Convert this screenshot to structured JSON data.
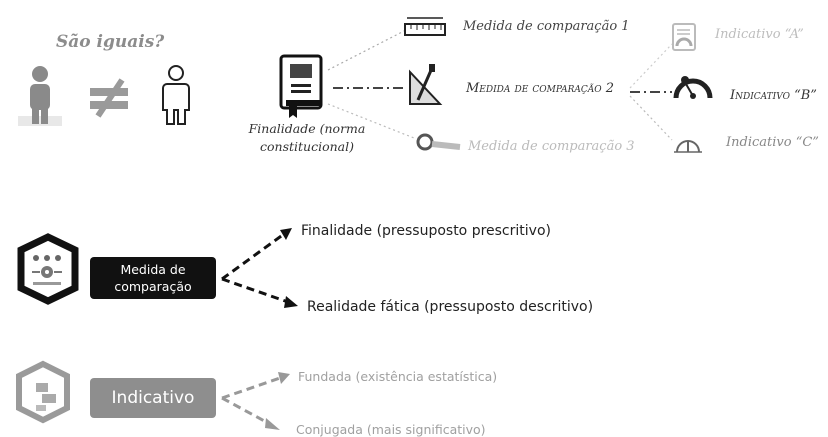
{
  "top": {
    "question": "São iguais?",
    "book_caption_line1": "Finalidade (norma",
    "book_caption_line2": "constitucional)",
    "measures": [
      "Medida de comparação 1",
      "Medida de comparação 2",
      "Medida de comparação 3"
    ],
    "indicators": [
      "Indicativo “A”",
      "Indicativo “B”",
      "Indicativo “C”"
    ]
  },
  "bottom": {
    "measure_label_line1": "Medida de",
    "measure_label_line2": "comparação",
    "measure_branches": [
      "Finalidade (pressuposto prescritivo)",
      "Realidade fática (pressuposto descritivo)"
    ],
    "indicator_label": "Indicativo",
    "indicator_branches": [
      "Fundada (existência estatística)",
      "Conjugada (mais significativo)"
    ]
  },
  "icons": [
    "person-icon",
    "not-equal-icon",
    "person-outline-icon",
    "law-book-icon",
    "ruler-icon",
    "set-square-icon",
    "magnifier-icon",
    "document-gauge-icon",
    "speedometer-icon",
    "gauge-icon",
    "gears-icon",
    "chart-tag-icon"
  ],
  "colors": {
    "dark": "#111111",
    "mid_gray": "#8e8e8e",
    "light_gray": "#bdbdbd"
  }
}
